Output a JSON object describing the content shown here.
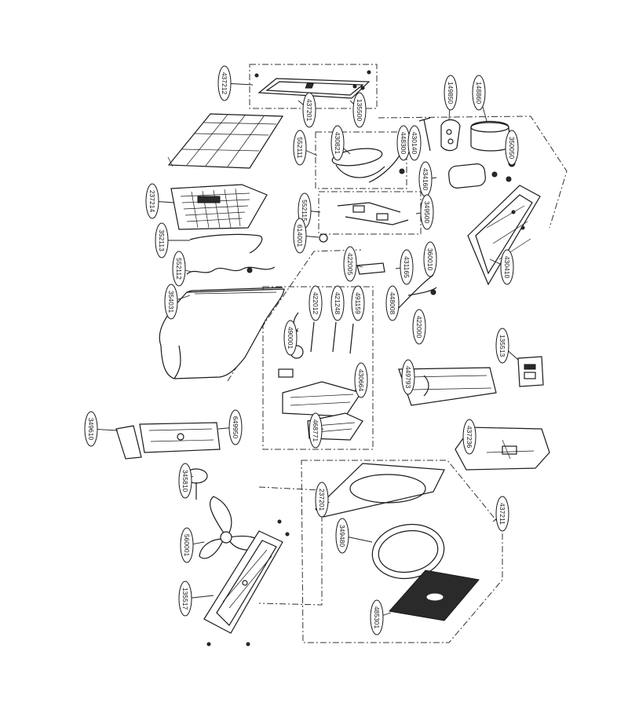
{
  "callouts": [
    {
      "id": "c1",
      "label": "437212"
    },
    {
      "id": "c2",
      "label": "437201"
    },
    {
      "id": "c3",
      "label": "135500"
    },
    {
      "id": "c4",
      "label": "430821"
    },
    {
      "id": "c5",
      "label": "149850"
    },
    {
      "id": "c6",
      "label": "148860"
    },
    {
      "id": "c7",
      "label": "350050"
    },
    {
      "id": "c8",
      "label": "448300"
    },
    {
      "id": "c9",
      "label": "552111"
    },
    {
      "id": "c10",
      "label": "434160"
    },
    {
      "id": "c11",
      "label": "430140"
    },
    {
      "id": "c12",
      "label": "237214"
    },
    {
      "id": "c13",
      "label": "552115"
    },
    {
      "id": "c14",
      "label": "349500"
    },
    {
      "id": "c15",
      "label": "352113"
    },
    {
      "id": "c16",
      "label": "614001"
    },
    {
      "id": "c17",
      "label": "552112"
    },
    {
      "id": "c18",
      "label": "430410"
    },
    {
      "id": "c19",
      "label": "422005"
    },
    {
      "id": "c20",
      "label": "431165"
    },
    {
      "id": "c21",
      "label": "354031"
    },
    {
      "id": "c22",
      "label": "422012"
    },
    {
      "id": "c23",
      "label": "421248"
    },
    {
      "id": "c24",
      "label": "491159"
    },
    {
      "id": "c25",
      "label": "448008"
    },
    {
      "id": "c26",
      "label": "360010"
    },
    {
      "id": "c27",
      "label": "490001"
    },
    {
      "id": "c28",
      "label": "422000"
    },
    {
      "id": "c29",
      "label": "135513"
    },
    {
      "id": "c30",
      "label": "449793"
    },
    {
      "id": "c31",
      "label": "430664"
    },
    {
      "id": "c32",
      "label": "649950"
    },
    {
      "id": "c33",
      "label": "349610"
    },
    {
      "id": "c34",
      "label": "468771"
    },
    {
      "id": "c35",
      "label": "437236"
    },
    {
      "id": "c36",
      "label": "345810"
    },
    {
      "id": "c37",
      "label": "237201"
    },
    {
      "id": "c38",
      "label": "437211"
    },
    {
      "id": "c39",
      "label": "349480"
    },
    {
      "id": "c40",
      "label": "560001"
    },
    {
      "id": "c41",
      "label": "135517"
    },
    {
      "id": "c42",
      "label": "485301"
    }
  ]
}
